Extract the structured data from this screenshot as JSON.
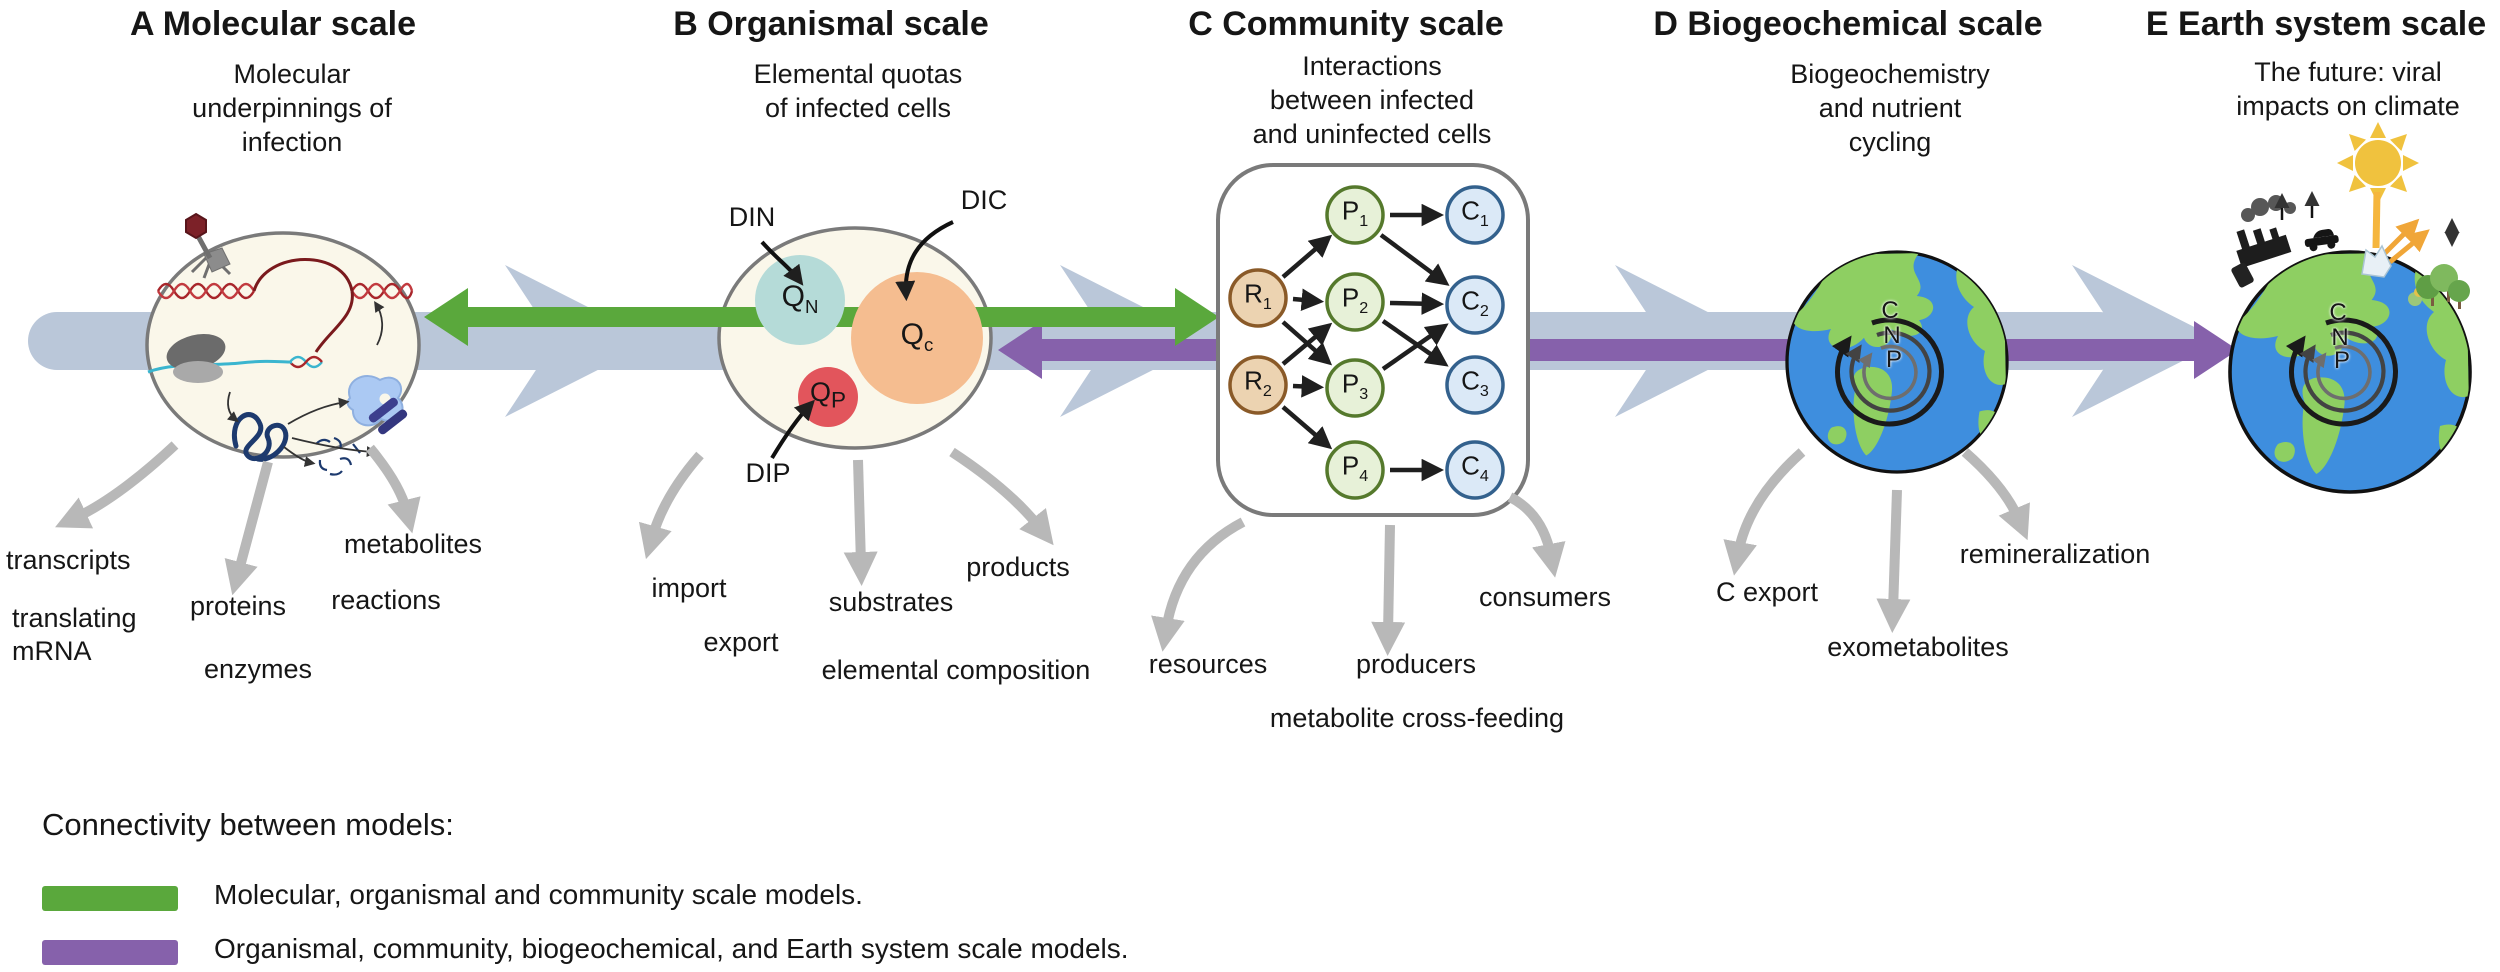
{
  "colors": {
    "band": "#bac7d9",
    "green": "#5aa83c",
    "purple": "#8661ab",
    "gray_arrow": "#b8b8b8",
    "cell_fill": "#faf7ea",
    "cell_border": "#7a7a7a",
    "qn_fill": "#b5dbd8",
    "qc_fill": "#f5bd90",
    "qp_fill": "#e2555c",
    "resource_fill": "#ecd3b1",
    "resource_border": "#8a5a28",
    "producer_fill": "#e7f1d8",
    "producer_border": "#55792c",
    "consumer_fill": "#dbe9f7",
    "consumer_border": "#33618d",
    "ocean": "#3e8ede",
    "land": "#8ecf62",
    "sun": "#f0c23e"
  },
  "panelA": {
    "title": "A Molecular scale",
    "subtitle": [
      "Molecular",
      "underpinnings of",
      "infection"
    ],
    "labels": {
      "transcripts": "transcripts",
      "translating": "translating",
      "mrna": "mRNA",
      "proteins": "proteins",
      "enzymes": "enzymes",
      "metabolites": "metabolites",
      "reactions": "reactions"
    }
  },
  "panelB": {
    "title": "B Organismal scale",
    "subtitle": [
      "Elemental quotas",
      "of infected cells"
    ],
    "din": "DIN",
    "dic": "DIC",
    "dip": "DIP",
    "quotas": {
      "qn": {
        "main": "Q",
        "sub": "N"
      },
      "qc": {
        "main": "Q",
        "sub": "c"
      },
      "qp": {
        "main": "Q",
        "sub": "P"
      }
    },
    "labels": {
      "import": "import",
      "export": "export",
      "substrates": "substrates",
      "elemental_composition": "elemental composition",
      "products": "products"
    }
  },
  "panelC": {
    "title": "C Community scale",
    "subtitle": [
      "Interactions",
      "between infected",
      "and uninfected cells"
    ],
    "nodes": {
      "r1": {
        "main": "R",
        "sub": "1"
      },
      "r2": {
        "main": "R",
        "sub": "2"
      },
      "p1": {
        "main": "P",
        "sub": "1"
      },
      "p2": {
        "main": "P",
        "sub": "2"
      },
      "p3": {
        "main": "P",
        "sub": "3"
      },
      "p4": {
        "main": "P",
        "sub": "4"
      },
      "c1": {
        "main": "C",
        "sub": "1"
      },
      "c2": {
        "main": "C",
        "sub": "2"
      },
      "c3": {
        "main": "C",
        "sub": "3"
      },
      "c4": {
        "main": "C",
        "sub": "4"
      }
    },
    "labels": {
      "resources": "resources",
      "producers": "producers",
      "consumers": "consumers",
      "cross_feeding": "metabolite cross-feeding"
    }
  },
  "panelD": {
    "title": "D Biogeochemical scale",
    "subtitle": [
      "Biogeochemistry",
      "and nutrient",
      "cycling"
    ],
    "labels": {
      "c_export": "C export",
      "exometabolites": "exometabolites",
      "remineralization": "remineralization"
    }
  },
  "panelE": {
    "title": "E Earth system scale",
    "subtitle": [
      "The future: viral",
      "impacts on climate"
    ]
  },
  "globe_letters": {
    "c": "C",
    "n": "N",
    "p": "P"
  },
  "legend": {
    "heading": "Connectivity between models:",
    "items": [
      {
        "text": "Molecular, organismal and community scale models."
      },
      {
        "text": "Organismal, community, biogeochemical, and Earth system scale models."
      }
    ]
  }
}
